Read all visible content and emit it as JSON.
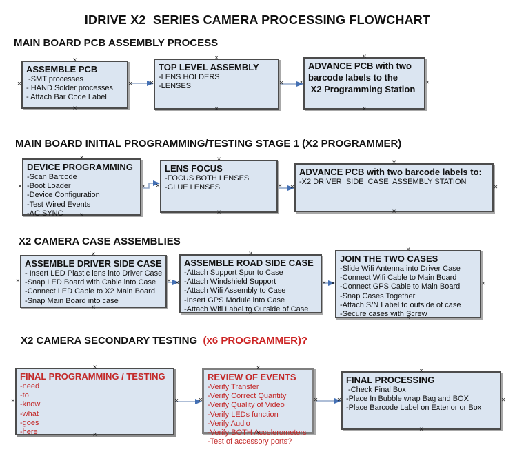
{
  "page_title": "IDRIVE X2  SERIES CAMERA PROCESSING FLOWCHART",
  "glyphs": {
    "anchor": "×"
  },
  "colors": {
    "box_fill": "#dbe5f1",
    "box_border": "#4c4c4c",
    "red_text": "#c32a2a",
    "arrow_line": "#93a8ca",
    "arrow_head": "#4470b4"
  },
  "sections": [
    {
      "black": "MAIN BOARD PCB ASSEMBLY PROCESS",
      "red": ""
    },
    {
      "black": "MAIN BOARD INITIAL PROGRAMMING/TESTING STAGE 1 (X2 PROGRAMMER)",
      "red": ""
    },
    {
      "black": "X2 CAMERA CASE ASSEMBLIES",
      "red": ""
    },
    {
      "black": "X2 CAMERA SECONDARY TESTING  ",
      "red": "(x6 PROGRAMMER)?"
    }
  ],
  "boxes": {
    "assemble_pcb": {
      "title": "ASSEMBLE PCB",
      "items": [
        " -SMT processes",
        "- HAND Solder processes",
        "- Attach Bar Code Label"
      ]
    },
    "top_level_assembly": {
      "title": "TOP LEVEL ASSEMBLY",
      "items": [
        "-LENS HOLDERS",
        "-LENSES"
      ]
    },
    "advance_pcb_row1": {
      "title": "ADVANCE PCB with two\nbarcode labels to the\n X2 Programming Station",
      "items": []
    },
    "device_programming": {
      "title": "DEVICE PROGRAMMING",
      "items": [
        "-Scan Barcode",
        "-Boot Loader",
        "-Device Configuration",
        "-Test Wired Events",
        "-AC SYNC"
      ]
    },
    "lens_focus": {
      "title": "LENS FOCUS",
      "items": [
        "-FOCUS BOTH LENSES",
        "-GLUE LENSES"
      ]
    },
    "advance_pcb_row2": {
      "title": "ADVANCE PCB with two barcode labels to:",
      "items": [
        "-X2 DRIVER  SIDE  CASE  ASSEMBLY STATION"
      ]
    },
    "assemble_driver_side_case": {
      "title": "ASSEMBLE DRIVER SIDE CASE",
      "items": [
        "- Insert LED Plastic lens into Driver Case",
        "-Snap LED Board with Cable into Case",
        "-Connect LED Cable to X2 Main Board",
        "-Snap Main Board into case"
      ]
    },
    "assemble_road_side_case": {
      "title": "ASSEMBLE ROAD SIDE CASE",
      "items": [
        "-Attach Support Spur to Case",
        "-Attach Windshield Support",
        "-Attach Wifi Assembly to Case",
        "-Insert GPS Module into Case",
        "-Attach Wifi Label to Outside of Case"
      ]
    },
    "join_the_two_cases": {
      "title": "JOIN THE TWO CASES",
      "items": [
        "-Slide Wifi Antenna into Driver Case",
        "-Connect Wifi Cable to Main Board",
        "-Connect GPS Cable to Main Board",
        "-Snap Cases Together",
        "-Attach S/N Label to outside of case",
        "-Secure cases with Screw"
      ]
    },
    "final_programming_testing": {
      "title": "FINAL PROGRAMMING / TESTING",
      "items": [
        "-need",
        "-to",
        "-know",
        "-what",
        "-goes",
        "-here"
      ]
    },
    "review_of_events": {
      "title": "REVIEW OF EVENTS",
      "items": [
        "-Verify Transfer",
        "-Verify Correct Quantity",
        "-Verify Quality of Video",
        "-Verify LEDs function",
        "-Verify Audio",
        "-Verify BOTH Accelerometers",
        "-Test of accessory ports?"
      ]
    },
    "final_processing": {
      "title": "FINAL PROCESSING",
      "items": [
        " -Check Final Box",
        "-Place In Bubble wrap Bag and BOX",
        "-Place Barcode Label on Exterior or Box"
      ]
    }
  }
}
